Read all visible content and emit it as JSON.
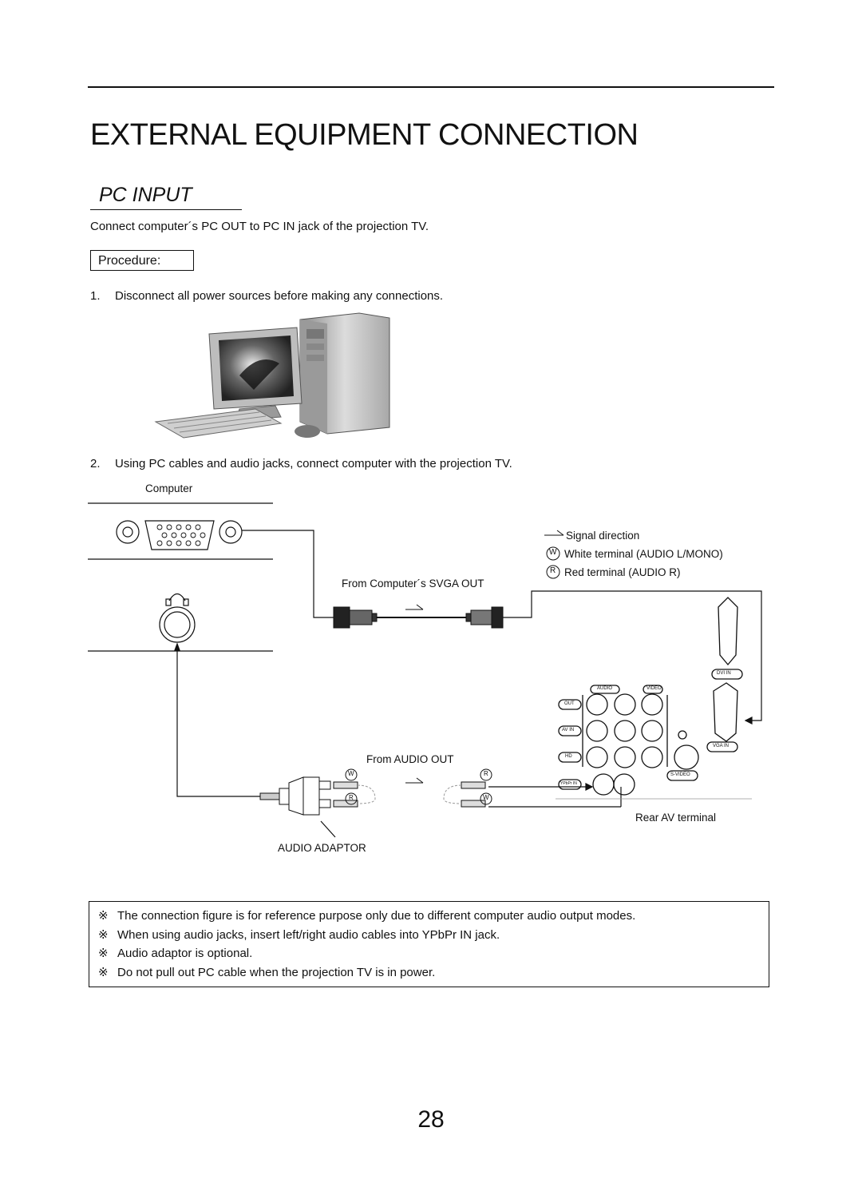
{
  "header": {
    "title": "EXTERNAL EQUIPMENT CONNECTION",
    "section": "PC INPUT"
  },
  "intro": "Connect computer´s PC OUT to PC IN jack of the projection TV.",
  "procedure_label": "Procedure:",
  "steps": [
    {
      "num": "1.",
      "text": "Disconnect all power sources before making any connections."
    },
    {
      "num": "2.",
      "text": "Using PC cables and audio jacks, connect computer with the projection TV."
    }
  ],
  "diagram": {
    "computer_label": "Computer",
    "legend": {
      "signal": "Signal direction",
      "white": "White terminal (AUDIO L/MONO)",
      "red": "Red terminal (AUDIO R)",
      "white_mark": "W",
      "red_mark": "R"
    },
    "svga_label": "From Computer´s SVGA OUT",
    "audio_out_label": "From AUDIO OUT",
    "rear_label": "Rear AV terminal",
    "adaptor_label": "AUDIO ADAPTOR",
    "panel_tags": [
      "AUDIO",
      "VIDEO",
      "OUT",
      "DVI IN",
      "VGA IN",
      "S-VIDEO",
      "AV IN",
      "HD",
      "YPbPr IN"
    ]
  },
  "notes": [
    {
      "mark": "※",
      "text": "The connection figure is for reference purpose only due to different computer audio output modes."
    },
    {
      "mark": "※",
      "text": "When using audio jacks, insert left/right audio cables into YPbPr IN jack."
    },
    {
      "mark": "※",
      "text": "Audio adaptor is optional."
    },
    {
      "mark": "※",
      "text": "Do not pull out PC cable when the projection TV is in power."
    }
  ],
  "page_number": "28"
}
